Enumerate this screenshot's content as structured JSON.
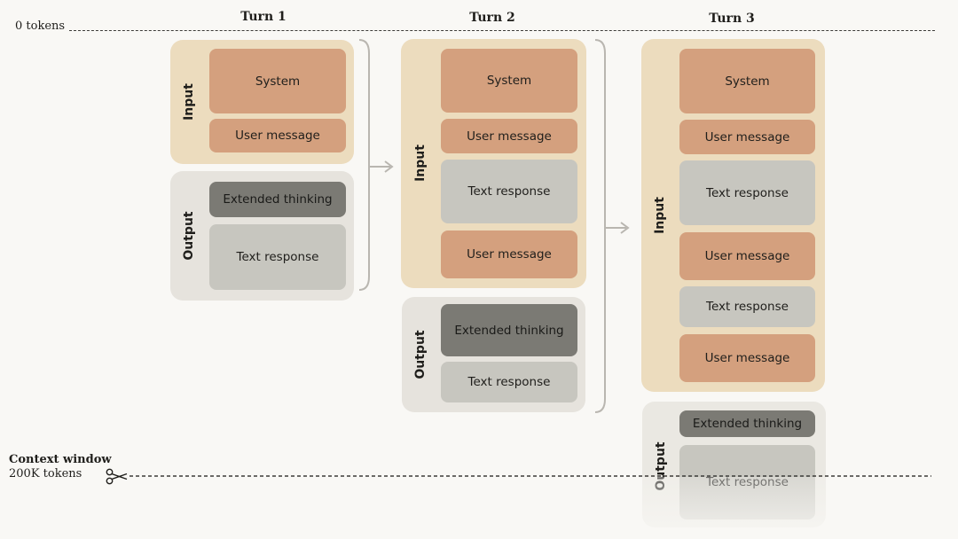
{
  "axis": {
    "top_label": "0 tokens",
    "context_title": "Context window",
    "context_size": "200K tokens"
  },
  "turns": [
    {
      "title": "Turn 1",
      "input_label": "Input",
      "output_label": "Output",
      "input": [
        "System",
        "User message"
      ],
      "output": [
        "Extended thinking",
        "Text response"
      ]
    },
    {
      "title": "Turn 2",
      "input_label": "Input",
      "output_label": "Output",
      "input": [
        "System",
        "User message",
        "Text response",
        "User message"
      ],
      "output": [
        "Extended thinking",
        "Text response"
      ]
    },
    {
      "title": "Turn 3",
      "input_label": "Input",
      "output_label": "Output",
      "input": [
        "System",
        "User message",
        "Text response",
        "User message",
        "Text response",
        "User message"
      ],
      "output": [
        "Extended thinking",
        "Text response"
      ]
    }
  ],
  "colors": {
    "input_panel": "#ecdcbe",
    "output_panel": "#e6e3dd",
    "system_user_box": "#d4a07e",
    "text_response_box": "#c7c6bf",
    "thinking_box": "#7b7a74",
    "background": "#f9f8f5"
  },
  "icons": {
    "cut": "scissors-icon"
  }
}
